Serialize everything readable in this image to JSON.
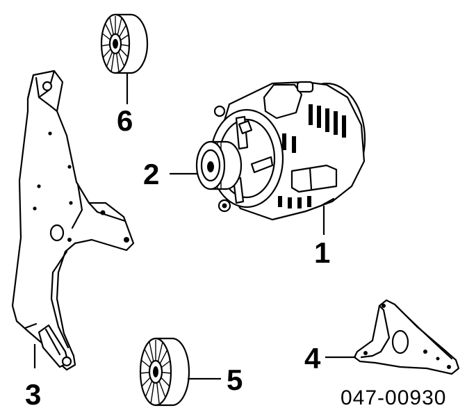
{
  "callouts": [
    {
      "id": "1",
      "label": "1"
    },
    {
      "id": "2",
      "label": "2"
    },
    {
      "id": "3",
      "label": "3"
    },
    {
      "id": "4",
      "label": "4"
    },
    {
      "id": "5",
      "label": "5"
    },
    {
      "id": "6",
      "label": "6"
    }
  ],
  "diagram_code": "047-00930"
}
